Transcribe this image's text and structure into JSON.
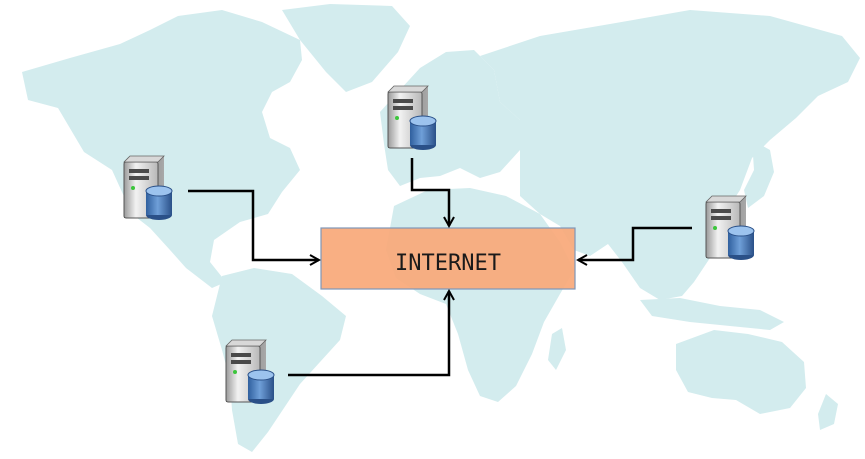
{
  "diagram": {
    "hub": {
      "label": "INTERNET"
    },
    "servers": [
      {
        "id": "north-america"
      },
      {
        "id": "europe"
      },
      {
        "id": "east-asia"
      },
      {
        "id": "south-america"
      }
    ]
  },
  "colors": {
    "map_land": "#d3ecee",
    "hub_fill": "#f8a878",
    "hub_border": "#7e97b8",
    "connector": "#000000"
  },
  "icons": [
    "world-map",
    "server-database-icon"
  ]
}
